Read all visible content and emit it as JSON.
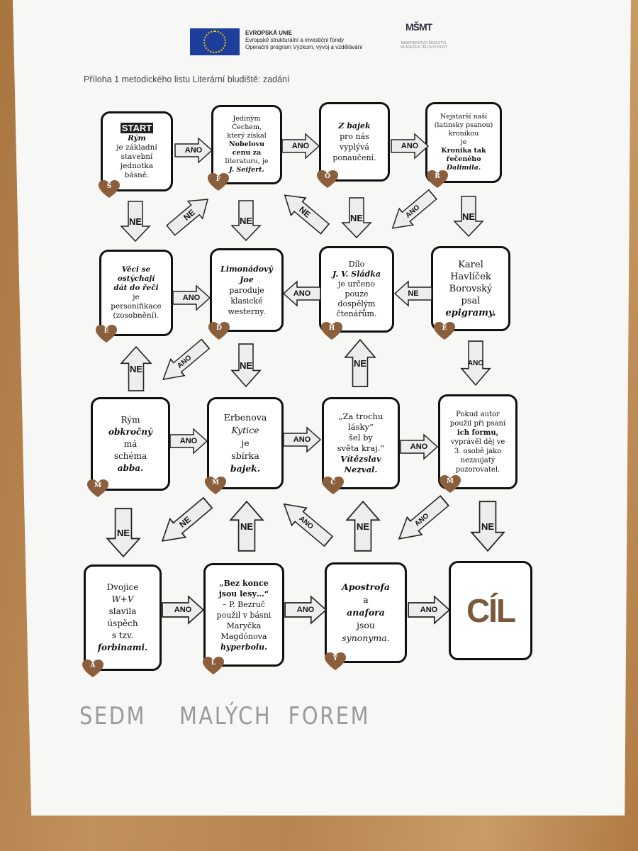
{
  "header": {
    "eu_lines": [
      "EVROPSKÁ UNIE",
      "Evropské strukturální a investiční fondy",
      "Operační program Výzkum, vývoj a vzdělávání"
    ],
    "logo_text": "MŠMT",
    "ministry_lines": [
      "MINISTERSTVO ŠKOLSTVÍ,",
      "MLÁDEŽE A TĚLOVÝCHOVY"
    ]
  },
  "subtitle": "Příloha 1 metodického listu Literární bludiště: zadání",
  "boxes": [
    {
      "id": "start",
      "letter": "S",
      "start": "START",
      "lines": [
        "Rým",
        "je základní",
        "stavební",
        "jednotka",
        "básně."
      ]
    },
    {
      "id": "seifert",
      "letter": "F",
      "lines": [
        "Jediným",
        "Čechem,",
        "který získal",
        "Nobelovu",
        "cenu za",
        "literaturu, je",
        "J. Seifert."
      ]
    },
    {
      "id": "bajky",
      "letter": "O",
      "lines": [
        "Z bajek",
        "pro nás",
        "vyplývá",
        "ponaučení."
      ]
    },
    {
      "id": "dalimil",
      "letter": "R",
      "lines": [
        "Nejstarší naší",
        "(latinsky psanou)",
        "kronikou",
        "je",
        "Kronika tak",
        "řečeného",
        "Dalimila."
      ]
    },
    {
      "id": "personifikace",
      "letter": "E",
      "lines": [
        "Věci se",
        "ostýchají",
        "dát do řeči",
        "je",
        "personifikace",
        "(zosobnění)."
      ]
    },
    {
      "id": "limonadovy",
      "letter": "D",
      "lines": [
        "Limonádový",
        "Joe",
        "paroduje",
        "klasické",
        "westerny."
      ]
    },
    {
      "id": "sladek",
      "letter": "H",
      "lines": [
        "Dílo",
        "J. V. Sládka",
        "je určeno",
        "pouze",
        "dospělým",
        "čtenářům."
      ]
    },
    {
      "id": "havlicek",
      "letter": "E",
      "lines": [
        "Karel",
        "Havlíček",
        "Borovský",
        "psal",
        "epigramy."
      ]
    },
    {
      "id": "obkrocny",
      "letter": "M",
      "lines": [
        "Rým",
        "obkročný",
        "má",
        "schéma",
        "abba."
      ]
    },
    {
      "id": "kytice",
      "letter": "M",
      "lines": [
        "Erbenova",
        "Kytice",
        "je",
        "sbírka",
        "bajek."
      ]
    },
    {
      "id": "nezval",
      "letter": "C",
      "lines": [
        "„Za trochu",
        "lásky“",
        "šel by",
        "světa kraj.“",
        "Vítězslav",
        "Nezval."
      ]
    },
    {
      "id": "ichforma",
      "letter": "M",
      "lines": [
        "Pokud autor",
        "použil při psaní",
        "ich formu,",
        "vyprávěl děj ve",
        "3. osobě jako",
        "nezaujatý",
        "pozorovatel."
      ]
    },
    {
      "id": "forbiny",
      "letter": "A",
      "lines": [
        "Dvojice",
        "W+V",
        "slavila",
        "úspěch",
        "s tzv.",
        "forbinami."
      ]
    },
    {
      "id": "bezruc",
      "letter": "L",
      "lines": [
        "„Bez konce",
        "jsou lesy…“",
        "– P. Bezruč",
        "použil v básni",
        "Maryčka",
        "Magdónova",
        "hyperbolu."
      ]
    },
    {
      "id": "apostrofa",
      "letter": "Ý",
      "lines": [
        "Apostrofa",
        "a",
        "anafora",
        "jsou",
        "synonyma."
      ]
    },
    {
      "id": "cil",
      "letter": "",
      "lines": [
        "CÍL"
      ]
    }
  ],
  "labels": {
    "yes": "ANO",
    "no": "NE"
  },
  "handwriting": "SEDM    MALÝCH  FOREM",
  "colors": {
    "heart": "#8b5e3c",
    "arrow_fill": "#ededed",
    "eu_blue": "#1d3e9b",
    "eu_star": "#ffd400"
  }
}
